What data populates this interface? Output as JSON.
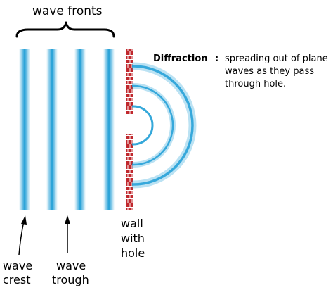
{
  "title": "wave fronts",
  "definition": {
    "term": "Diffraction",
    "separator": ":",
    "lines": [
      "spreading out of plane",
      "waves as they pass",
      "through hole."
    ]
  },
  "labels": {
    "wave_crest": [
      "wave",
      "crest"
    ],
    "wave_trough": [
      "wave",
      "trough"
    ],
    "wall_with_hole": [
      "wall",
      "with",
      "hole"
    ]
  },
  "colors": {
    "wave": "#1f9ed6",
    "brick": "#c0282d",
    "mortar": "#ffffff"
  }
}
